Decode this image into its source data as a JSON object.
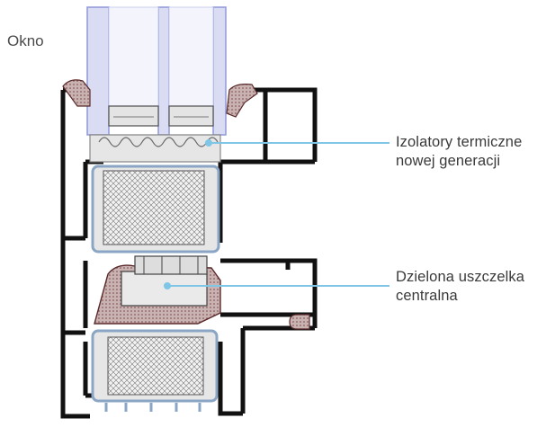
{
  "title": "Okno",
  "callouts": [
    {
      "line1": "Izolatory termiczne",
      "line2": "nowej generacji"
    },
    {
      "line1": "Dzielona uszczelka",
      "line2": "centralna"
    }
  ],
  "colors": {
    "frame": "#111111",
    "glass": "#d9dcf2",
    "glass_edge": "#8f98d8",
    "insulator_fill": "#e6e6e6",
    "insulator_edge": "#8aa6c4",
    "gasket": "#8a4a4a",
    "gasket_fill": "#c9b2b2",
    "leader": "#7fc6e6"
  }
}
